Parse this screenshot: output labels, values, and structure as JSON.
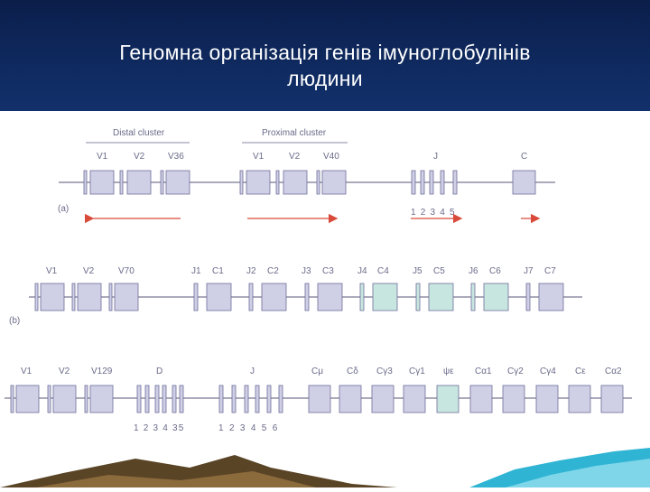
{
  "title": {
    "line1": "Геномна організація генів імуноглобулінів",
    "line2": "людини"
  },
  "panel_a": {
    "tag": "(a)",
    "distal_cluster": "Distal cluster",
    "proximal_cluster": "Proximal cluster",
    "distal_labels": [
      "V1",
      "V2",
      "V36"
    ],
    "proximal_labels": [
      "V1",
      "V2",
      "V40"
    ],
    "j_label": "J",
    "j_numbers": "1 2 3 4 5",
    "c_label": "C"
  },
  "panel_b": {
    "tag": "(b)",
    "labels": [
      "V1",
      "V2",
      "V70",
      "J1",
      "C1",
      "J2",
      "C2",
      "J3",
      "C3",
      "J4",
      "C4",
      "J5",
      "C5",
      "J6",
      "C6",
      "J7",
      "C7"
    ]
  },
  "panel_c": {
    "v_labels": [
      "V1",
      "V2",
      "V129"
    ],
    "d_label": "D",
    "d_numbers": "1 2 3 4 35",
    "j_label": "J",
    "j_numbers": "1 2 3 4 5 6",
    "c_labels": [
      "Cμ",
      "Cδ",
      "Cγ3",
      "Cγ1",
      "ψε",
      "Cα1",
      "Cγ2",
      "Cγ4",
      "Cε",
      "Cα2"
    ]
  },
  "colors": {
    "header_bg": "#0f2a60",
    "segment_fill": "#cfcfe6",
    "segment_stroke": "#6e6e9a",
    "teal_fill": "#c7e6df",
    "arrow": "#d94a3a"
  }
}
